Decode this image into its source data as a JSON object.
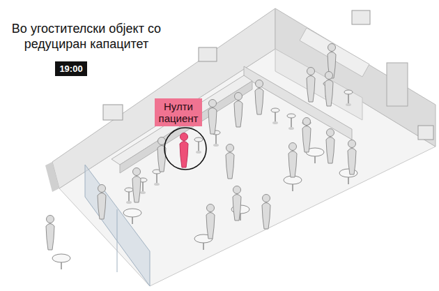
{
  "diagram": {
    "title": "Во угостителски објект со редуциран капацитет",
    "nodes": [
      {
        "text": [
          "19:00"
        ]
      },
      {
        "text": [
          "Нулти пациент"
        ]
      }
    ]
  }
}
